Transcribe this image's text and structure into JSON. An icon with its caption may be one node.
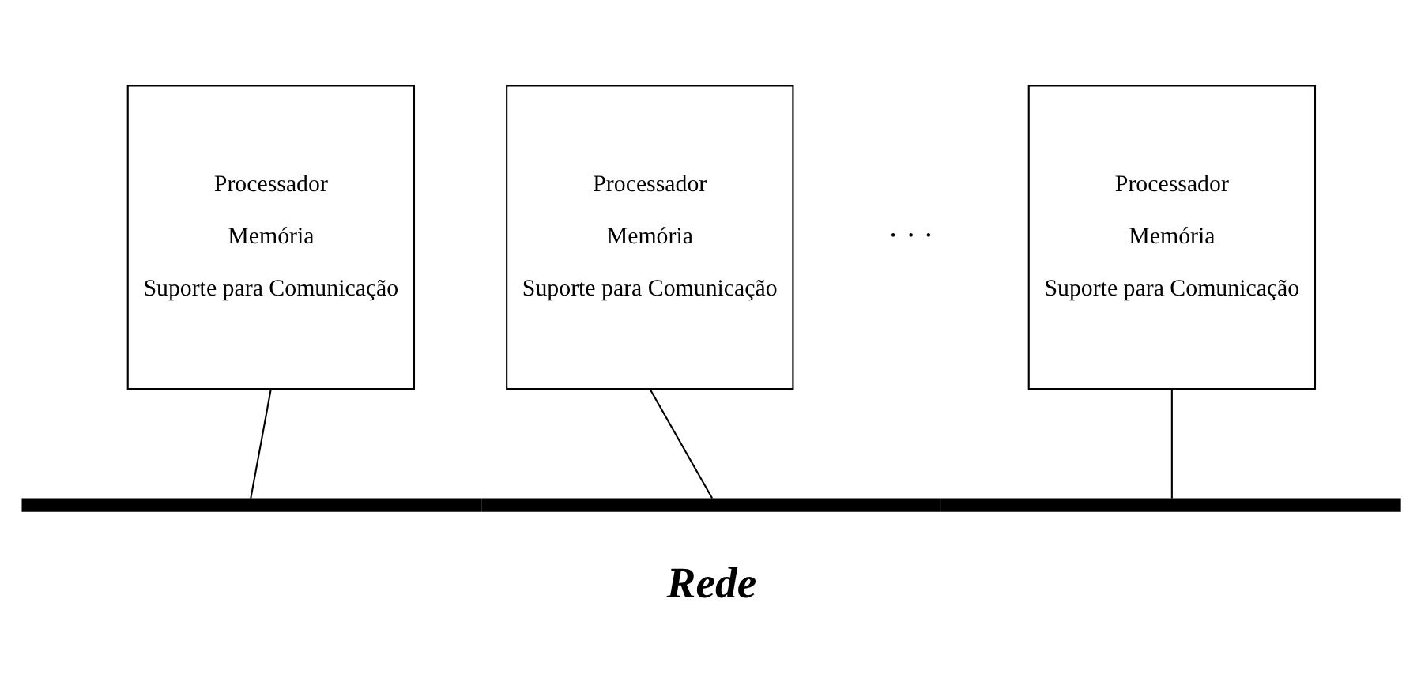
{
  "diagram": {
    "nodes": [
      {
        "text": [
          "Processador",
          "Memória",
          "Suporte para Comunicação"
        ]
      },
      {
        "text": [
          "Processador",
          "Memória",
          "Suporte para Comunicação"
        ]
      },
      {
        "text": [
          "Processador",
          "Memória",
          "Suporte para Comunicação"
        ]
      },
      {
        "text": [
          "Rede"
        ]
      }
    ],
    "edges": [
      {
        "from": 0,
        "to": 3,
        "arrow": "none"
      },
      {
        "from": 1,
        "to": 3,
        "arrow": "none"
      },
      {
        "from": 2,
        "to": 3,
        "arrow": "none"
      }
    ],
    "labels": [
      "· · ·"
    ]
  }
}
